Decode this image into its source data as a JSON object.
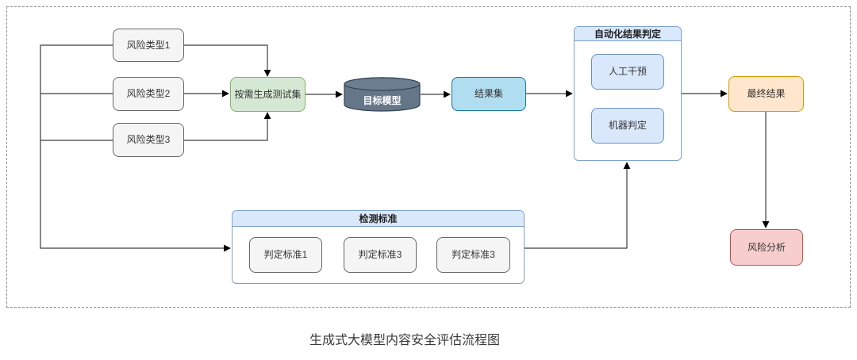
{
  "caption": "生成式大模型内容安全评估流程图",
  "nodes": {
    "risk_type_1": "风险类型1",
    "risk_type_2": "风险类型2",
    "risk_type_3": "风险类型3",
    "generate_test_set": "按需生成测试集",
    "target_model": "目标模型",
    "result_set": "结果集",
    "final_result": "最终结果",
    "risk_analysis": "风险分析"
  },
  "containers": {
    "auto_judgement": {
      "title": "自动化结果判定",
      "manual_intervention": "人工干预",
      "machine_judgement": "机器判定"
    },
    "detection_standard": {
      "title": "检测标准",
      "criterion_1": "判定标准1",
      "criterion_2": "判定标准3",
      "criterion_3": "判定标准3"
    }
  },
  "colors": {
    "gray_fill": "#f5f5f5",
    "gray_border": "#666666",
    "green_fill": "#d5e8d4",
    "green_border": "#82b366",
    "cylinder_fill": "#647687",
    "cylinder_border": "#314354",
    "blue_fill": "#b1ddf0",
    "blue_border": "#10739e",
    "container_header_fill": "#dae8fc",
    "container_border": "#6c8ebf",
    "orange_fill": "#ffe6cc",
    "orange_border": "#d79b00",
    "red_fill": "#f8cecc",
    "red_border": "#b85450"
  }
}
